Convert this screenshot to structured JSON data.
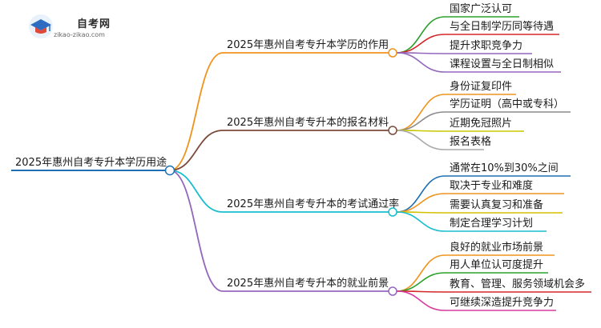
{
  "logo": {
    "title": "自考网",
    "url": "zikao-zikao.com",
    "icon": "graduation-cap-icon"
  },
  "root": {
    "label": "2025年惠州自考专升本学历用途",
    "color": "#1f6fb4"
  },
  "branches": [
    {
      "label": "2025年惠州自考专升本学历的作用",
      "color": "#f0931e",
      "children": [
        {
          "label": "国家广泛认可",
          "color": "#2ca02c"
        },
        {
          "label": "与全日制学历同等待遇",
          "color": "#d62728"
        },
        {
          "label": "提升求职竞争力",
          "color": "#9467bd"
        },
        {
          "label": "课程设置与全日制相似",
          "color": "#9467bd"
        }
      ]
    },
    {
      "label": "2025年惠州自考专升本的报名材料",
      "color": "#7b4a3a",
      "children": [
        {
          "label": "身份证复印件",
          "color": "#f0931e"
        },
        {
          "label": "学历证明（高中或专科）",
          "color": "#8c8c8c"
        },
        {
          "label": "近期免冠照片",
          "color": "#c8c800"
        },
        {
          "label": "报名表格",
          "color": "#aaaaaa"
        }
      ]
    },
    {
      "label": "2025年惠州自考专升本的考试通过率",
      "color": "#17becf",
      "children": [
        {
          "label": "通常在10%到30%之间",
          "color": "#1f6fb4"
        },
        {
          "label": "取决于专业和难度",
          "color": "#f0931e"
        },
        {
          "label": "需要认真复习和准备",
          "color": "#d4c000"
        },
        {
          "label": "制定合理学习计划",
          "color": "#17becf"
        }
      ]
    },
    {
      "label": "2025年惠州自考专升本的就业前景",
      "color": "#9467bd",
      "children": [
        {
          "label": "良好的就业市场前景",
          "color": "#f0931e"
        },
        {
          "label": "用人单位认可度提升",
          "color": "#2ca02c"
        },
        {
          "label": "教育、管理、服务领域机会多",
          "color": "#d62728"
        },
        {
          "label": "可继续深造提升竞争力",
          "color": "#d63ca0"
        }
      ]
    }
  ]
}
